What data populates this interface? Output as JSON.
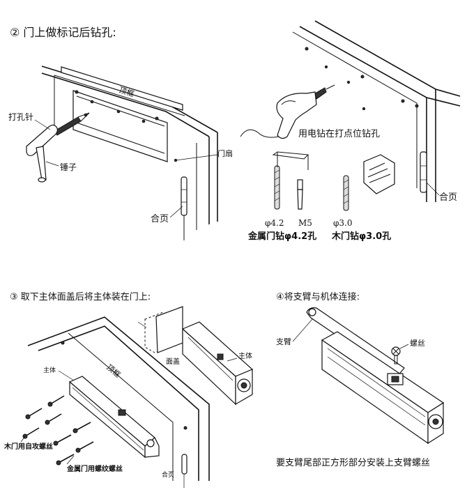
{
  "steps": {
    "step2": {
      "title": "② 门上做标记后钻孔:"
    },
    "step3": {
      "title": "③ 取下主体面盖后将主体装在门上:"
    },
    "step4": {
      "title": "④将支臂与机体连接:"
    }
  },
  "labels": {
    "top_frame": "顶框",
    "punch_pin": "打孔针",
    "hammer": "锤子",
    "door_leaf": "门扇",
    "hinge": "合页",
    "drill_at_marks": "用电钻在打点位钻孔",
    "dim_42": "φ4.2",
    "m5": "M5",
    "dim_30": "φ3.0",
    "metal_door_drill": "金属门钻φ4.2孔",
    "wood_door_drill": "木门钻φ3.0孔",
    "hinge_right": "合页",
    "top_frame_3": "顶框",
    "cover": "面盖",
    "main_body": "主体",
    "main_body_left": "主体",
    "wood_screws": "木门用自攻螺丝",
    "metal_screws": "金属门用螺纹螺丝",
    "hinge_3": "合页",
    "arm": "支臂",
    "screw": "螺丝",
    "note": "要支臂尾部正方形部分安装上支臂螺丝"
  }
}
